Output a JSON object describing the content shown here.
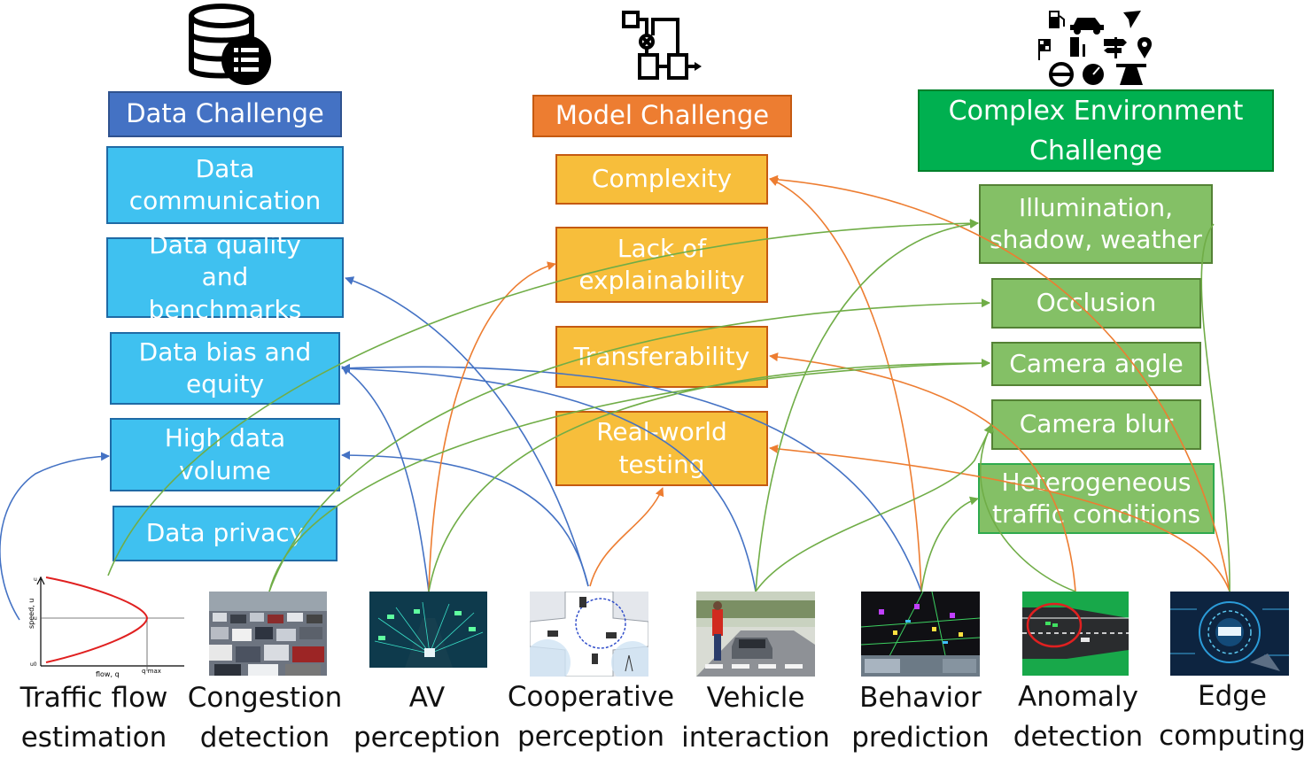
{
  "headers": {
    "data": "Data Challenge",
    "model": "Model Challenge",
    "env": "Complex Environment Challenge"
  },
  "data_challenges": [
    {
      "id": "data-communication",
      "label": "Data communication"
    },
    {
      "id": "data-quality",
      "label": "Data quality and benchmarks"
    },
    {
      "id": "data-bias",
      "label": "Data bias and equity"
    },
    {
      "id": "high-data-volume",
      "label": "High data volume"
    },
    {
      "id": "data-privacy",
      "label": "Data privacy"
    }
  ],
  "model_challenges": [
    {
      "id": "complexity",
      "label": "Complexity"
    },
    {
      "id": "explainability",
      "label": "Lack of explainability"
    },
    {
      "id": "transferability",
      "label": "Transferability"
    },
    {
      "id": "real-world-testing",
      "label": "Real-world testing"
    }
  ],
  "env_challenges": [
    {
      "id": "illumination",
      "label": "Illumination, shadow, weather"
    },
    {
      "id": "occlusion",
      "label": "Occlusion"
    },
    {
      "id": "camera-angle",
      "label": "Camera angle"
    },
    {
      "id": "camera-blur",
      "label": "Camera blur"
    },
    {
      "id": "heterogeneous",
      "label": "Heterogeneous traffic conditions"
    }
  ],
  "applications": [
    {
      "id": "traffic-flow",
      "label": "Traffic flow estimation"
    },
    {
      "id": "congestion",
      "label": "Congestion detection"
    },
    {
      "id": "av-perception",
      "label": "AV perception"
    },
    {
      "id": "cooperative",
      "label": "Cooperative perception"
    },
    {
      "id": "vehicle-interaction",
      "label": "Vehicle interaction"
    },
    {
      "id": "behavior",
      "label": "Behavior prediction"
    },
    {
      "id": "anomaly",
      "label": "Anomaly detection"
    },
    {
      "id": "edge",
      "label": "Edge computing"
    }
  ],
  "plot": {
    "ylabel": "speed, u",
    "xlabel": "flow, q",
    "q_max": "q max",
    "u_tick": "u",
    "u_tick2": "u",
    "origin": "u0"
  },
  "colors": {
    "data_link": "#4472c4",
    "model_link": "#ed7d31",
    "env_link": "#70ad47"
  },
  "icons": [
    "database-icon",
    "block-diagram-icon",
    "environment-icons"
  ]
}
